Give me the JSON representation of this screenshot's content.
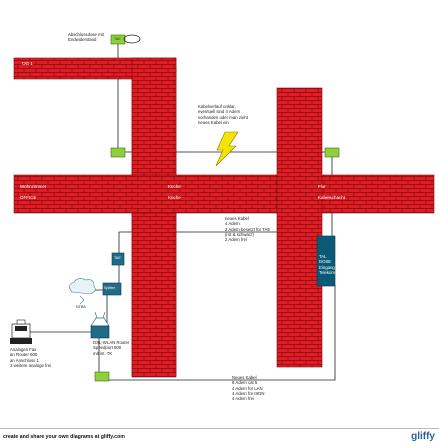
{
  "diagram": {
    "walls": {
      "og1": "OG 1",
      "wohnzimmer": "Wohnzimmer",
      "office": "OFFICE",
      "kueche": "Küche",
      "flur": "Flur",
      "kueche_sub": "Küche",
      "flur_sub": "Kabelschacht"
    },
    "labels": {
      "abschluss": "Abschlussdose mit\nEndwiderstand",
      "kabelverlauf": "Kabelverlauf unklar,\neventuell sind 4 Adern\nvorhanden oder man zieht\nneues Kabel ein",
      "neues_kabel_top": "neues Kabel\n4 Adern\n2 Adern besetzt für TAE\n(rot & schwarz)\n2 Adern frei",
      "neues_kabel_bottom": "Neues Kabel\n8 Adern cat 5\n4 Adern für LAN\n4 Adern für ISDN\n4 Adern frei",
      "analog": "Analoges Fax\nan Router 600\nan Anschluss 1\n3 weitere analoge frei",
      "router": "DSL-WLAN Router\nSpeedport 600\nmit int. TK",
      "tae": "TAE",
      "splitter": "Splitter",
      "ntba": "NTBA",
      "tal_box": "TAL\nDOSE\nEingang\nTelekom",
      "lan_box": "LAN",
      "ntba_label": "NTBA"
    },
    "colors": {
      "brick": "#e11c24",
      "mortar": "#8b0f12",
      "green_box": "#8fcf3a",
      "blue_box": "#1e6c88",
      "tal_box": "#0a5a77",
      "bolt": "#f5e400"
    },
    "icons": [
      "lightning-bolt-icon",
      "fax-machine-icon",
      "network-icon",
      "router-icon",
      "splitter-icon"
    ]
  },
  "footer": {
    "text": "create and share your own diagrams at gliffy.com",
    "logo": "gliffy"
  }
}
